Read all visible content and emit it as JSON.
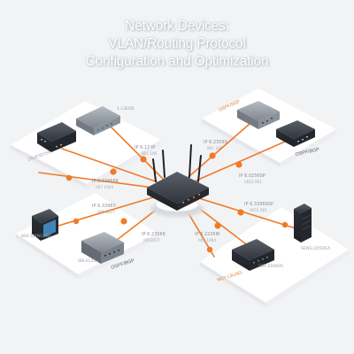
{
  "title": {
    "line1": "Network Devices:",
    "line2": "VLAN/Routing Protocol",
    "line3": "Configuration and Optimization"
  },
  "labels": {
    "l1a": "IP 6.17 IP",
    "l1b": "801 106",
    "l2a": "IP 6.23590",
    "l2b": "801 106",
    "l3a": "IP 6.33966K",
    "l3b": "007 1504",
    "l4a": "IP 6.0256SP",
    "l4b": "0023 001",
    "l5a": "IP 6.33983",
    "l5b": "005 0427",
    "l6a": "IP 6.33566SP",
    "l6b": "0051 001",
    "l7a": "IP 6.23566",
    "l7b": "0053227",
    "l8a": "IP 6.2226IB",
    "l8b": "003 1004"
  },
  "devices": {
    "tl_label": "1 L3EOB",
    "tl_sub": "2SUESD1SE",
    "tr_proto": "OSPF/SGP",
    "tr_proto2": "OSPF/BGP",
    "bl_sub": "800 SWNCHNS",
    "bl_sub2": "SBL0125",
    "bl_proto": "OSPF/BGP",
    "br_proto": "MCT L3LAEL",
    "br_sub": "SBV ES0005",
    "br_sub2": "SEN1L205DEA"
  },
  "colors": {
    "accent": "#f07a28",
    "device_dark": "#3a3f47",
    "device_light": "#8c939c",
    "platform": "#ffffff"
  }
}
